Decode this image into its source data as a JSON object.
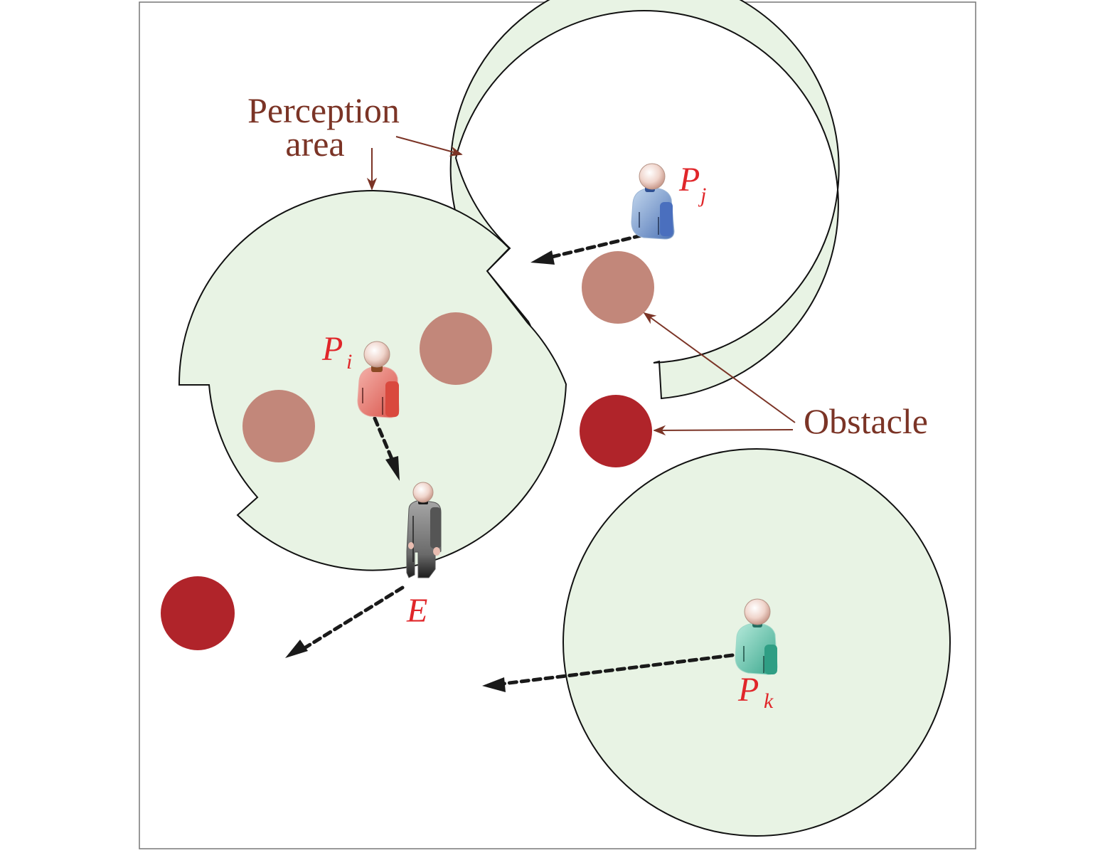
{
  "colors": {
    "perception_fill": "#e8f3e4",
    "perception_stroke": "#111111",
    "obstacle_inside": "#c2877a",
    "obstacle_outside": "#b0242a",
    "annotation": "#7b3426",
    "agent_label": "#e0262a",
    "arrow": "#1a1a1a",
    "frame": "#777777"
  },
  "annotations": {
    "perception_line1": "Perception",
    "perception_line2": "area",
    "obstacle": "Obstacle"
  },
  "agents": [
    {
      "id": "Pi",
      "letter": "P",
      "subscript": "i",
      "color": "red-person-icon"
    },
    {
      "id": "Pj",
      "letter": "P",
      "subscript": "j",
      "color": "blue-person-icon"
    },
    {
      "id": "Pk",
      "letter": "P",
      "subscript": "k",
      "color": "teal-person-icon"
    },
    {
      "id": "E",
      "letter": "E",
      "subscript": "",
      "color": "gray-standing-person-icon"
    }
  ]
}
